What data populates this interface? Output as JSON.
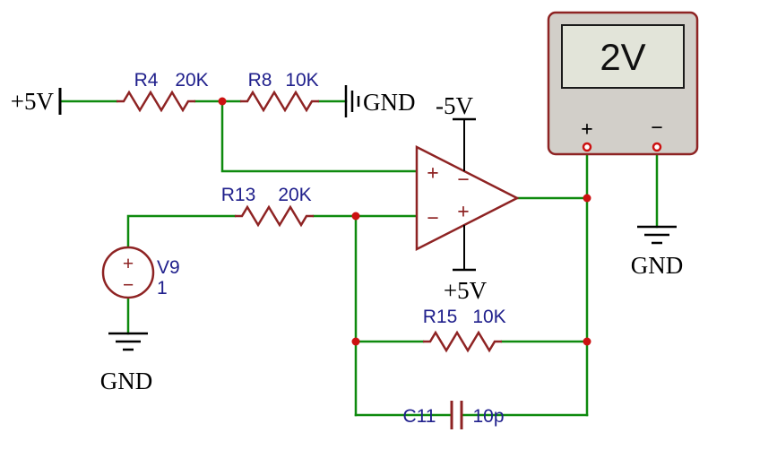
{
  "schematic": {
    "nets": {
      "vcc_input": "+5V",
      "gnd_top": "GND",
      "vee_supply": "-5V",
      "vcc_supply": "+5V",
      "gnd_source": "GND",
      "gnd_meter": "GND"
    },
    "components": {
      "r4": {
        "ref": "R4",
        "value": "20K"
      },
      "r8": {
        "ref": "R8",
        "value": "10K"
      },
      "r13": {
        "ref": "R13",
        "value": "20K"
      },
      "r15": {
        "ref": "R15",
        "value": "10K"
      },
      "c11": {
        "ref": "C11",
        "value": "10p"
      },
      "v9": {
        "ref": "V9",
        "value": "1",
        "plus": "+",
        "minus": "−"
      },
      "opamp": {
        "in_plus": "+",
        "in_minus": "−",
        "supply_minus": "−",
        "supply_plus": "+"
      }
    },
    "voltmeter": {
      "reading": "2V",
      "plus_terminal": "+",
      "minus_terminal": "−"
    },
    "colors": {
      "wire_green": "#0e8a0e",
      "component_maroon": "#8e2323",
      "junction_red": "#cc1111",
      "label_navy": "#20208c",
      "net_black": "#000000",
      "meter_body_gray": "#d2cfc9",
      "meter_display_gray": "#e2e4d9"
    }
  }
}
